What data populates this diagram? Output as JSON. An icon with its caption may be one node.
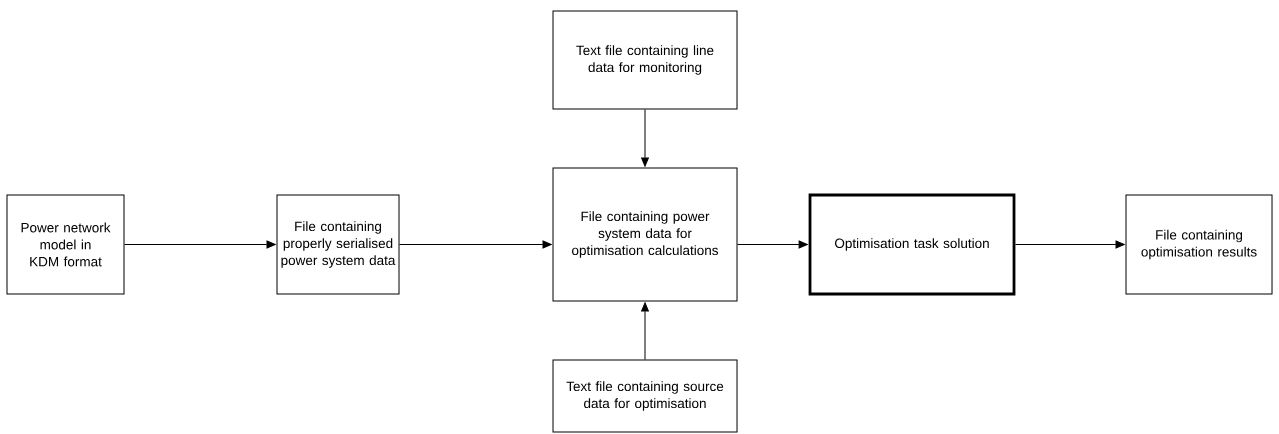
{
  "diagram": {
    "nodes": [
      {
        "text": [
          "Power network model in KDM format"
        ]
      },
      {
        "text": [
          "File containing properly serialised power system data"
        ]
      },
      {
        "text": [
          "Text file containing line data for monitoring"
        ]
      },
      {
        "text": [
          "File containing power system data for optimisation calculations"
        ]
      },
      {
        "text": [
          "Text file containing source data for optimisation"
        ]
      },
      {
        "text": [
          "Optimisation task solution"
        ]
      },
      {
        "text": [
          "File containing optimisation results"
        ]
      }
    ],
    "edges": [
      {
        "from": 0,
        "to": 1,
        "arrow": "to"
      },
      {
        "from": 1,
        "to": 3,
        "arrow": "to"
      },
      {
        "from": 2,
        "to": 3,
        "arrow": "to"
      },
      {
        "from": 4,
        "to": 3,
        "arrow": "to"
      },
      {
        "from": 3,
        "to": 5,
        "arrow": "to"
      },
      {
        "from": 5,
        "to": 6,
        "arrow": "to"
      }
    ]
  }
}
